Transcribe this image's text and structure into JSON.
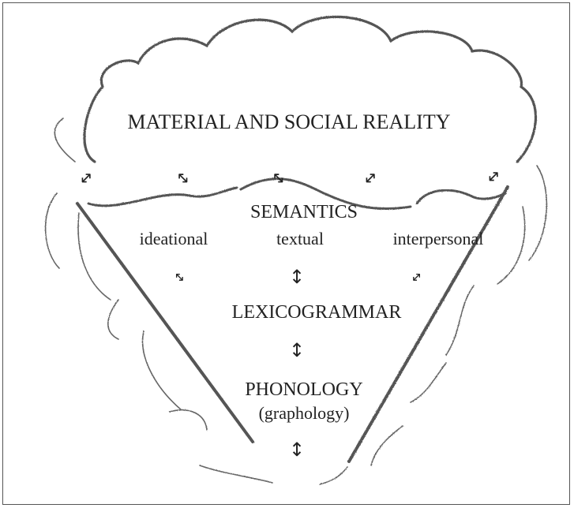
{
  "diagram": {
    "reality_label": "MATERIAL AND SOCIAL REALITY",
    "semantics_label": "SEMANTICS",
    "ideational_label": "ideational",
    "textual_label": "textual",
    "interpersonal_label": "interpersonal",
    "lexicogrammar_label": "LEXICOGRAMMAR",
    "phonology_label": "PHONOLOGY",
    "graphology_label": "(graphology)"
  },
  "icons": {
    "diagonal_double_arrow": "diagonal-double-arrow-icon",
    "vertical_double_arrow": "vertical-double-arrow-icon"
  },
  "colors": {
    "stroke": "#555555",
    "text": "#222222"
  }
}
